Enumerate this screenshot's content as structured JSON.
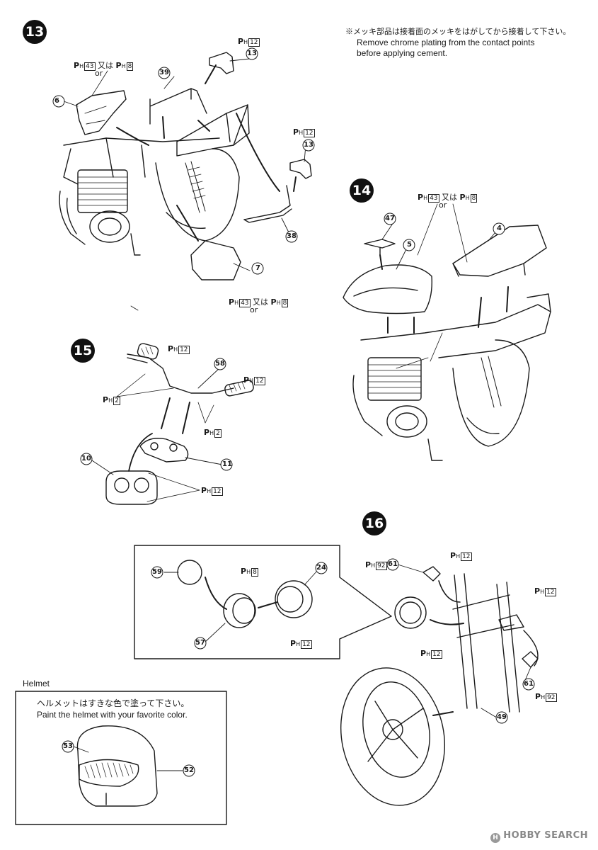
{
  "steps": {
    "s13": "13",
    "s14": "14",
    "s15": "15",
    "s16": "16"
  },
  "note_top": {
    "jp": "※メッキ部品は接着面のメッキをはがしてから接着して下さい。",
    "en1": "Remove chrome plating from the contact points",
    "en2": "before applying cement."
  },
  "paint": {
    "p": "P",
    "h": "H",
    "yuwa": "又は",
    "or": "or",
    "c2": "2",
    "c8": "8",
    "c12": "12",
    "c43": "43",
    "c92": "92"
  },
  "parts": {
    "p4": "4",
    "p5": "5",
    "p6": "6",
    "p7": "7",
    "p10": "10",
    "p11": "11",
    "p13": "13",
    "p24": "24",
    "p38": "38",
    "p39": "39",
    "p47": "47",
    "p49": "49",
    "p52": "52",
    "p53": "53",
    "p57": "57",
    "p58": "58",
    "p59": "59",
    "p61": "61"
  },
  "helmet": {
    "title": "Helmet",
    "jp": "ヘルメットはすきな色で塗って下さい。",
    "en": "Paint the helmet with your favorite color."
  },
  "watermark": "HOBBY SEARCH",
  "colors": {
    "ink": "#1a1a1a",
    "paper": "#ffffff"
  }
}
